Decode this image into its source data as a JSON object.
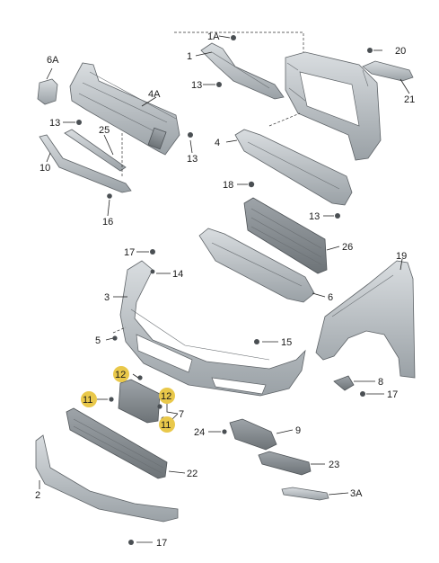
{
  "callouts": {
    "c6A": "6A",
    "c4A": "4A",
    "c1A": "1A",
    "c1": "1",
    "c13a": "13",
    "c20": "20",
    "c21": "21",
    "c13b": "13",
    "c25": "25",
    "c13c": "13",
    "c4": "4",
    "c10": "10",
    "c18": "18",
    "c13d": "13",
    "c16": "16",
    "c17a": "17",
    "c14": "14",
    "c26": "26",
    "c19": "19",
    "c3": "3",
    "c6": "6",
    "c5": "5",
    "c15": "15",
    "c12a": "12",
    "c8": "8",
    "c11a": "11",
    "c12b": "12",
    "c17b": "17",
    "c7": "7",
    "c11b": "11",
    "c24": "24",
    "c9": "9",
    "c23": "23",
    "c22": "22",
    "c2": "2",
    "c3A": "3A",
    "c17c": "17"
  },
  "highlight_color": "#e9c84a",
  "part_color": "#b6bcc1"
}
